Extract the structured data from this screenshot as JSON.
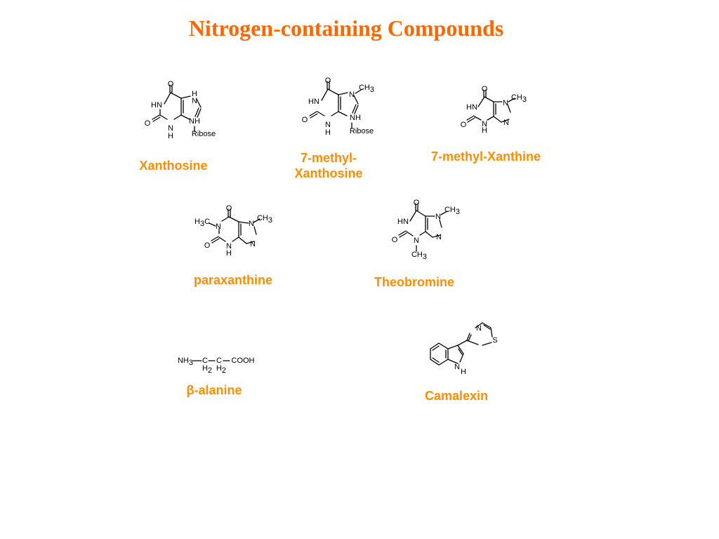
{
  "title": "Nitrogen-containing Compounds",
  "colors": {
    "title": "#ff6600",
    "caption": "#ff8c00"
  },
  "compounds": [
    {
      "name": "Xanthosine",
      "substituent": "Ribose"
    },
    {
      "name_line1": "7-methyl-",
      "name_line2": "Xanthosine",
      "substituent": "Ribose"
    },
    {
      "name": "7-methyl-Xanthine"
    },
    {
      "name": "paraxanthine"
    },
    {
      "name": "Theobromine"
    },
    {
      "name": "β-alanine",
      "formula": "NH3–CH2–CH2–COOH"
    },
    {
      "name": "Camalexin"
    }
  ]
}
